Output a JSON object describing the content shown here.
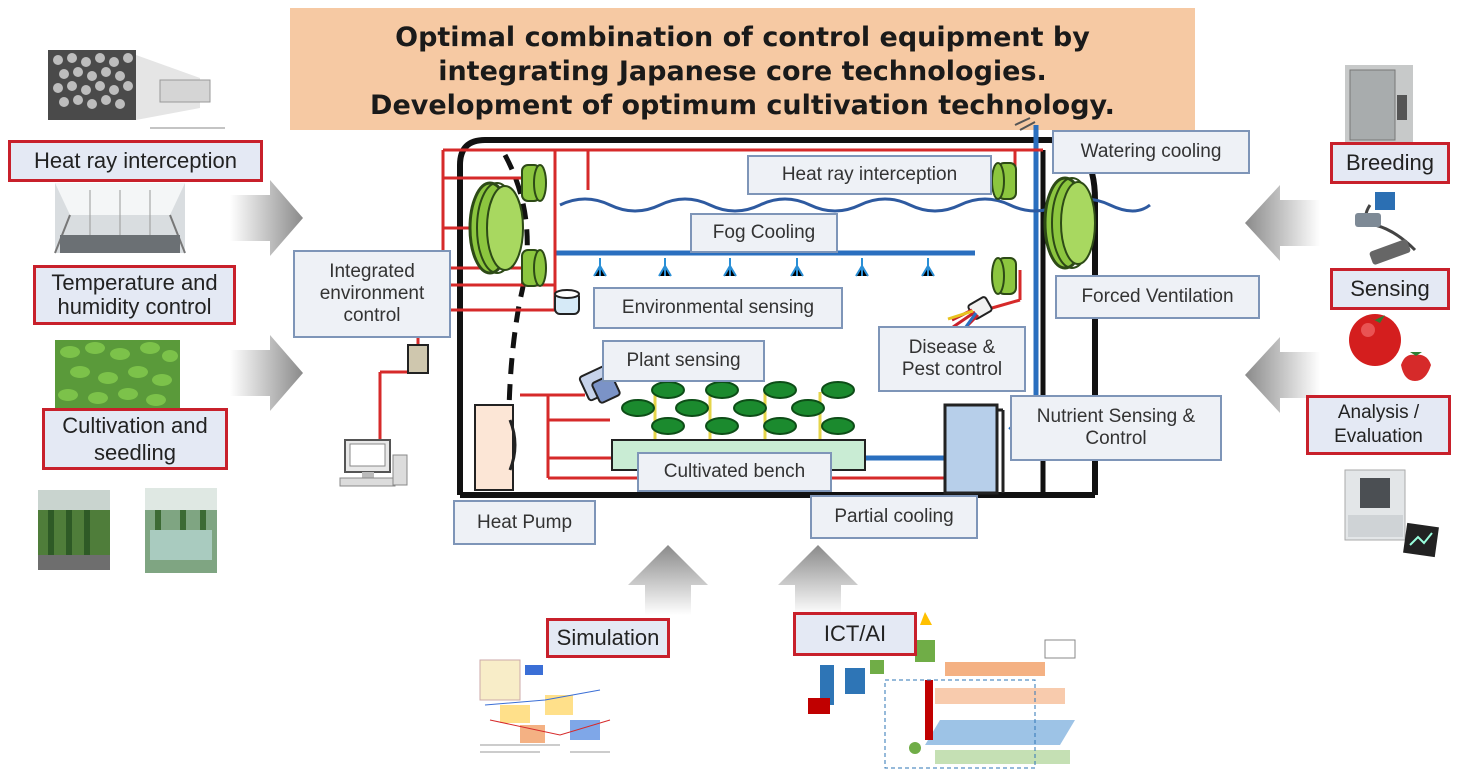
{
  "title": {
    "line1": "Optimal combination of control equipment by",
    "line2": "integrating Japanese core technologies.",
    "line3": "Development of optimum cultivation technology."
  },
  "left_labels": {
    "heat_ray": "Heat ray interception",
    "temp_humidity": "Temperature and\nhumidity control",
    "cultivation": "Cultivation and\nseedling"
  },
  "right_labels": {
    "breeding": "Breeding",
    "sensing": "Sensing",
    "analysis": "Analysis /\nEvaluation"
  },
  "bottom_labels": {
    "simulation": "Simulation",
    "ict_ai": "ICT/AI"
  },
  "greenhouse": {
    "heat_ray_interception": "Heat ray interception",
    "watering_cooling": "Watering cooling",
    "fog_cooling": "Fog Cooling",
    "integrated_control": "Integrated\nenvironment\ncontrol",
    "environmental_sensing": "Environmental sensing",
    "forced_ventilation": "Forced Ventilation",
    "disease_pest": "Disease &\nPest control",
    "plant_sensing": "Plant sensing",
    "nutrient_sensing": "Nutrient Sensing &\nControl",
    "cultivated_bench": "Cultivated bench",
    "heat_pump": "Heat  Pump",
    "partial_cooling": "Partial cooling"
  },
  "colors": {
    "banner": "#f6c9a3",
    "red_border": "#c8202b",
    "blue_border": "#7e95b8",
    "pipe_red": "#d62a2a",
    "pipe_blue": "#2a6fbf",
    "fan_green": "#8cc63f",
    "leaf_green": "#1b8a2e"
  },
  "icons": [
    "fan-icon",
    "sensor-icon",
    "camera-icon",
    "computer-icon",
    "arrow-icon",
    "sprinkler-icon"
  ]
}
